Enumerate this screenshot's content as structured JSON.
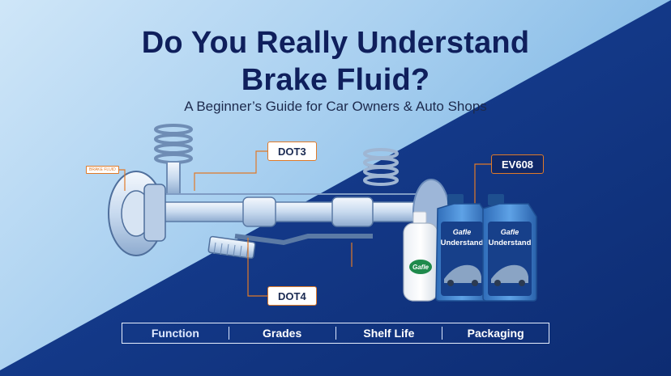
{
  "title": {
    "line1": "Do You Really Understand",
    "line2": "Brake Fluid?"
  },
  "subtitle": "A Beginner’s Guide for Car Owners & Auto Shops",
  "callouts": {
    "dot3": "DOT3",
    "dot4": "DOT4",
    "ev608": "EV608",
    "small_tag": "BRAKE FLUID"
  },
  "products": {
    "brand": "Gafle",
    "name": "Understand"
  },
  "features": [
    "Function",
    "Grades",
    "Shelf Life",
    "Packaging"
  ],
  "colors": {
    "title": "#0f1f5c",
    "accent": "#e07a28",
    "dark_panel": "#143a8a",
    "light_bg": "#a9d0f0",
    "bottle_blue": "#3b7fc9"
  },
  "icons": [
    "brake-assembly-illustration",
    "brake-pedal-illustration",
    "spring-icon",
    "jug-icon",
    "bottle-icon"
  ]
}
